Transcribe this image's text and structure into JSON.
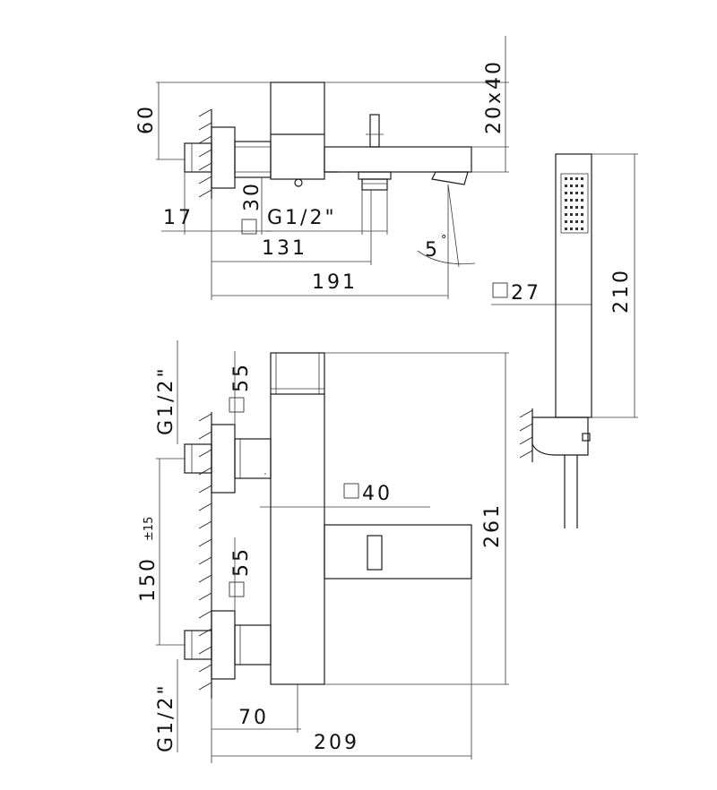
{
  "dimensions": {
    "top_view": {
      "height_60": "60",
      "profile_20x40": "20x40",
      "square_30": "30",
      "offset_17": "17",
      "thread": "G1/2\"",
      "length_131": "131",
      "length_191": "191",
      "angle": "5",
      "angle_unit": "°"
    },
    "hand_shower": {
      "square_27": "27",
      "length_210": "210"
    },
    "front_view": {
      "thread_top": "G1/2\"",
      "thread_bottom": "G1/2\"",
      "square_55_top": "55",
      "square_55_bottom": "55",
      "center_distance": "150",
      "tolerance": "±15",
      "square_40": "40",
      "height_261": "261",
      "width_70": "70",
      "width_209": "209"
    }
  },
  "colors": {
    "line": "#1a1a1a",
    "background": "#ffffff"
  }
}
